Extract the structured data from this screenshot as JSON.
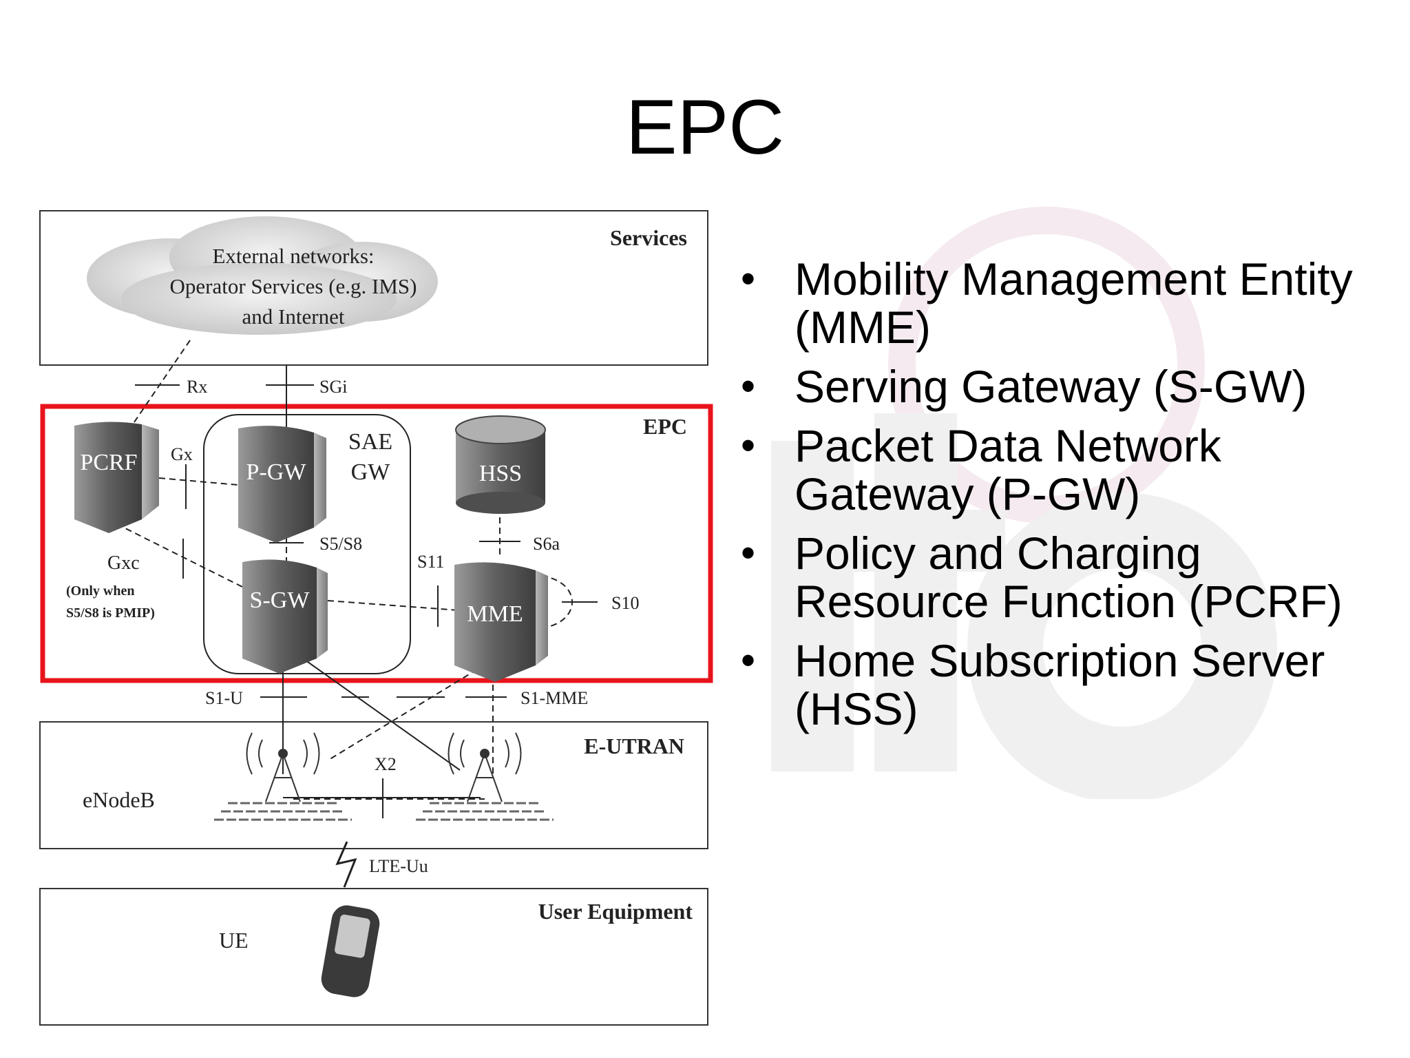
{
  "slide": {
    "title": "EPC"
  },
  "diagram": {
    "sections": {
      "services": "Services",
      "epc": "EPC",
      "eutran": "E-UTRAN",
      "user_equipment": "User Equipment"
    },
    "cloud": [
      "External networks:",
      "Operator Services (e.g. IMS)",
      "and Internet"
    ],
    "nodes": {
      "pcrf": "PCRF",
      "pgw": "P-GW",
      "sgw": "S-GW",
      "hss": "HSS",
      "mme": "MME",
      "sae_gw_line1": "SAE",
      "sae_gw_line2": "GW",
      "enodeb": "eNodeB",
      "ue": "UE"
    },
    "interfaces": {
      "rx": "Rx",
      "sgi": "SGi",
      "gx": "Gx",
      "gxc": "Gxc",
      "gxc_note_line1": "(Only when",
      "gxc_note_line2": "S5/S8 is PMIP)",
      "s5s8": "S5/S8",
      "s6a": "S6a",
      "s11": "S11",
      "s10": "S10",
      "s1u": "S1-U",
      "s1mme": "S1-MME",
      "x2": "X2",
      "lteuu": "LTE-Uu"
    },
    "colors": {
      "highlight": "#e8141c",
      "node_dark": "#555555",
      "node_light": "#aaaaaa"
    }
  },
  "bullets": [
    "Mobility Management Entity (MME)",
    "Serving Gateway (S-GW)",
    "Packet Data Network Gateway (P-GW)",
    "Policy and Charging Resource Function (PCRF)",
    "Home Subscription Server (HSS)"
  ]
}
